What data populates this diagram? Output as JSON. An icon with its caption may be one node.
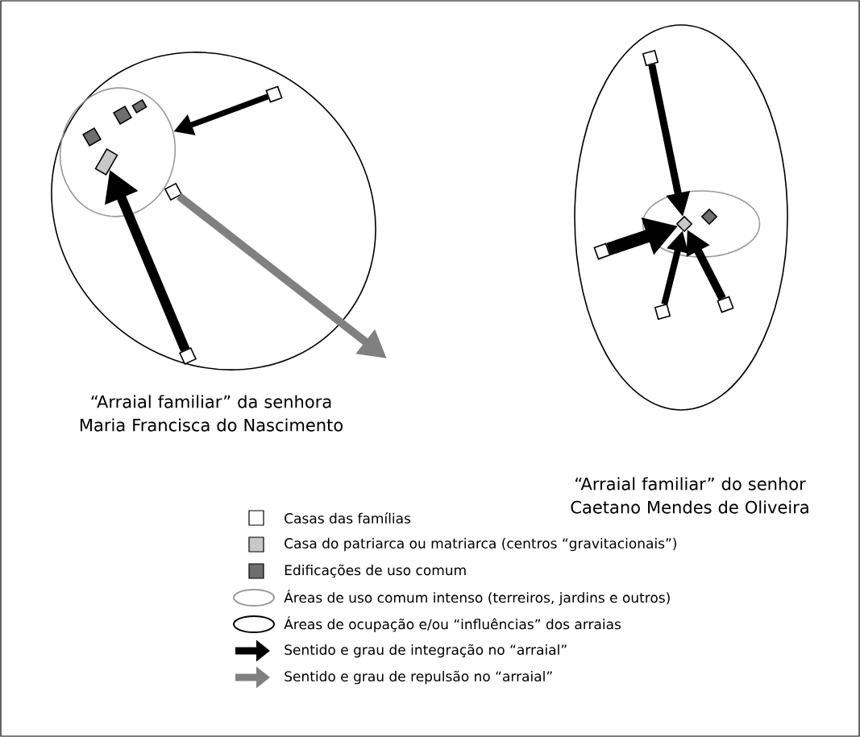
{
  "diagram": {
    "nodes": [
      {
        "text": [
          "“Arraial familiar” da senhora Maria Francisca do Nascimento"
        ]
      },
      {
        "text": [],
        "shape": "ellipse",
        "in": 0
      },
      {
        "text": [],
        "shape": "box",
        "in": 1
      },
      {
        "text": [],
        "shape": "box",
        "in": 1
      },
      {
        "text": [],
        "shape": "box",
        "in": 1
      },
      {
        "text": [],
        "shape": "box",
        "in": 1
      },
      {
        "text": [],
        "shape": "box",
        "in": 0
      },
      {
        "text": [],
        "shape": "box",
        "in": 0
      },
      {
        "text": [],
        "shape": "box",
        "in": 0
      },
      {
        "text": [
          "“Arraial familiar” do senhor Caetano Mendes de Oliveira"
        ]
      },
      {
        "text": [],
        "shape": "ellipse",
        "in": 9
      },
      {
        "text": [],
        "shape": "diamond",
        "in": 10
      },
      {
        "text": [],
        "shape": "diamond",
        "in": 10
      },
      {
        "text": [],
        "shape": "box",
        "in": 9
      },
      {
        "text": [],
        "shape": "box",
        "in": 9
      },
      {
        "text": [],
        "shape": "box",
        "in": 9
      },
      {
        "text": [],
        "shape": "box",
        "in": 9
      }
    ],
    "edges": [
      {
        "from": 6,
        "to": 1,
        "arrow": "to"
      },
      {
        "from": 8,
        "to": 5,
        "arrow": "to"
      },
      {
        "from": 7,
        "to": null,
        "arrow": "to",
        "color": "#808080"
      },
      {
        "from": 13,
        "to": 11,
        "arrow": "to"
      },
      {
        "from": 14,
        "to": 11,
        "arrow": "to"
      },
      {
        "from": 15,
        "to": 11,
        "arrow": "to"
      },
      {
        "from": 16,
        "to": 11,
        "arrow": "to"
      }
    ],
    "legend": [
      {
        "text": "Casas das famílias"
      },
      {
        "text": "Casa do patriarca ou matriarca (centros “gravitacionais”)",
        "color": "#c8c8c8"
      },
      {
        "text": "Edificações de uso comum",
        "color": "#6e6e6e"
      },
      {
        "text": "Áreas de uso comum intenso (terreiros, jardins e outros)"
      },
      {
        "text": "Áreas de ocupação e/ou “influências” dos arraias"
      },
      {
        "text": "Sentido e grau de integração no “arraial”"
      },
      {
        "text": "Sentido e grau de repulsão no “arraial”"
      }
    ]
  }
}
